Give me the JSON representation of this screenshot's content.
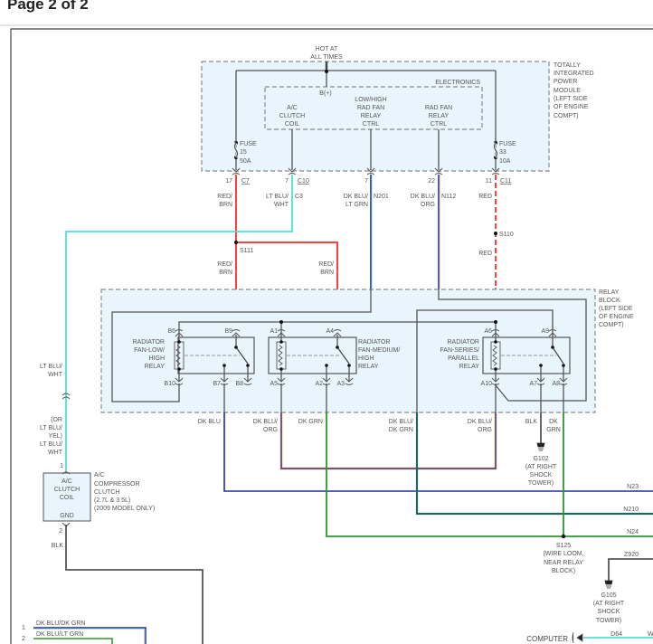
{
  "page": {
    "title": "Page 2 of 2"
  },
  "colors": {
    "red": "#ff4040",
    "cyan": "#4de0e0",
    "dk_blu": "#1a2fa0",
    "dk_grn": "#2a9a2a",
    "org": "#e8a050",
    "lt_grn": "#5fcf8f",
    "blk": "#555555",
    "module_fill": "#e8f5fc"
  },
  "tipm": {
    "power": [
      "HOT AT",
      "ALL TIMES"
    ],
    "name": [
      "TOTALLY",
      "INTEGRATED",
      "POWER",
      "MODULE",
      "(LEFT SIDE",
      "OF ENGINE",
      "COMPT)"
    ],
    "electronics": "ELECTRONICS",
    "bplus": "B(+)",
    "ac_clutch": [
      "A/C",
      "CLUTCH",
      "COIL"
    ],
    "lowhigh": [
      "LOW/HIGH",
      "RAD FAN",
      "RELAY",
      "CTRL"
    ],
    "radfan": [
      "RAD FAN",
      "RELAY",
      "CTRL"
    ],
    "fuse15": [
      "FUSE",
      "15",
      "50A"
    ],
    "fuse33": [
      "FUSE",
      "33",
      "10A"
    ],
    "pins": {
      "p17": "17",
      "c7": "C7",
      "p7a": "7",
      "c10": "C10",
      "p7b": "7",
      "p22": "22",
      "p11": "11",
      "c11": "C11"
    }
  },
  "wires": {
    "red_brn": [
      "RED/",
      "BRN"
    ],
    "lt_blu_wht": [
      "LT BLU/",
      "WHT"
    ],
    "c3": "C3",
    "dk_blu_lt_grn": [
      "DK BLU/",
      "LT GRN"
    ],
    "n201": "N201",
    "dk_blu_org": [
      "DK BLU/",
      "ORG"
    ],
    "n112": "N112",
    "red": "RED",
    "s111": "S111",
    "s110": "S110",
    "red_brn2": [
      "RED/",
      "BRN"
    ],
    "red_brn3": [
      "RED/",
      "BRN"
    ],
    "red2": "RED",
    "lt_blu_wht2": [
      "LT BLU/",
      "WHT"
    ],
    "alt": [
      "(OR",
      "LT BLU/",
      "YEL)",
      "LT BLU/",
      "WHT"
    ],
    "dk_blu": "DK BLU",
    "dk_blu_org2": [
      "DK BLU/",
      "ORG"
    ],
    "dk_grn": "DK GRN",
    "dk_blu_dk_grn": [
      "DK BLU/",
      "DK GRN"
    ],
    "dk_blu_org3": [
      "DK BLU/",
      "ORG"
    ],
    "blk": "BLK",
    "dk_grn2": [
      "DK",
      "GRN"
    ],
    "n23": "N23",
    "n210": "N210",
    "n24": "N24",
    "z920": "Z920",
    "d64": "D64",
    "w": "W",
    "blk2": "BLK",
    "bl1": "DK BLU/DK GRN",
    "bl2": "DK BLU/LT GRN",
    "bl1_pin": "1",
    "bl2_pin": "2"
  },
  "relay_block": {
    "name": [
      "RELAY",
      "BLOCK",
      "(LEFT SIDE",
      "OF ENGINE",
      "COMPT)"
    ],
    "low_relay": [
      "RADIATOR",
      "FAN-LOW/",
      "HIGH",
      "RELAY"
    ],
    "med_relay": [
      "RADIATOR",
      "FAN-MEDIUM/",
      "HIGH",
      "RELAY"
    ],
    "ser_relay": [
      "RADIATOR",
      "FAN-SERIES/",
      "PARALLEL",
      "RELAY"
    ],
    "pins": {
      "b6": "B6",
      "b9": "B9",
      "a1": "A1",
      "a4": "A4",
      "a6": "A6",
      "a9": "A9",
      "b10": "B10",
      "b7": "B7",
      "b8": "B8",
      "a5": "A5",
      "a2": "A2",
      "a3": "A3",
      "a10": "A10",
      "a7": "A7",
      "a8": "A8"
    }
  },
  "grounds": {
    "g102": [
      "G102",
      "(AT RIGHT",
      "SHOCK",
      "TOWER)"
    ],
    "g105": [
      "G105",
      "(AT RIGHT",
      "SHOCK",
      "TOWER)"
    ],
    "s125": [
      "S125",
      "(WIRE LOOM,",
      "NEAR RELAY",
      "BLOCK)"
    ]
  },
  "compressor": {
    "box": [
      "A/C",
      "CLUTCH",
      "COIL"
    ],
    "gnd": "GND",
    "pin1": "1",
    "pin2": "2",
    "desc": [
      "A/C",
      "COMPRESSOR",
      "CLUTCH",
      "(2.7L & 3.5L)",
      "(2009 MODEL ONLY)"
    ]
  },
  "computer": "COMPUTER"
}
